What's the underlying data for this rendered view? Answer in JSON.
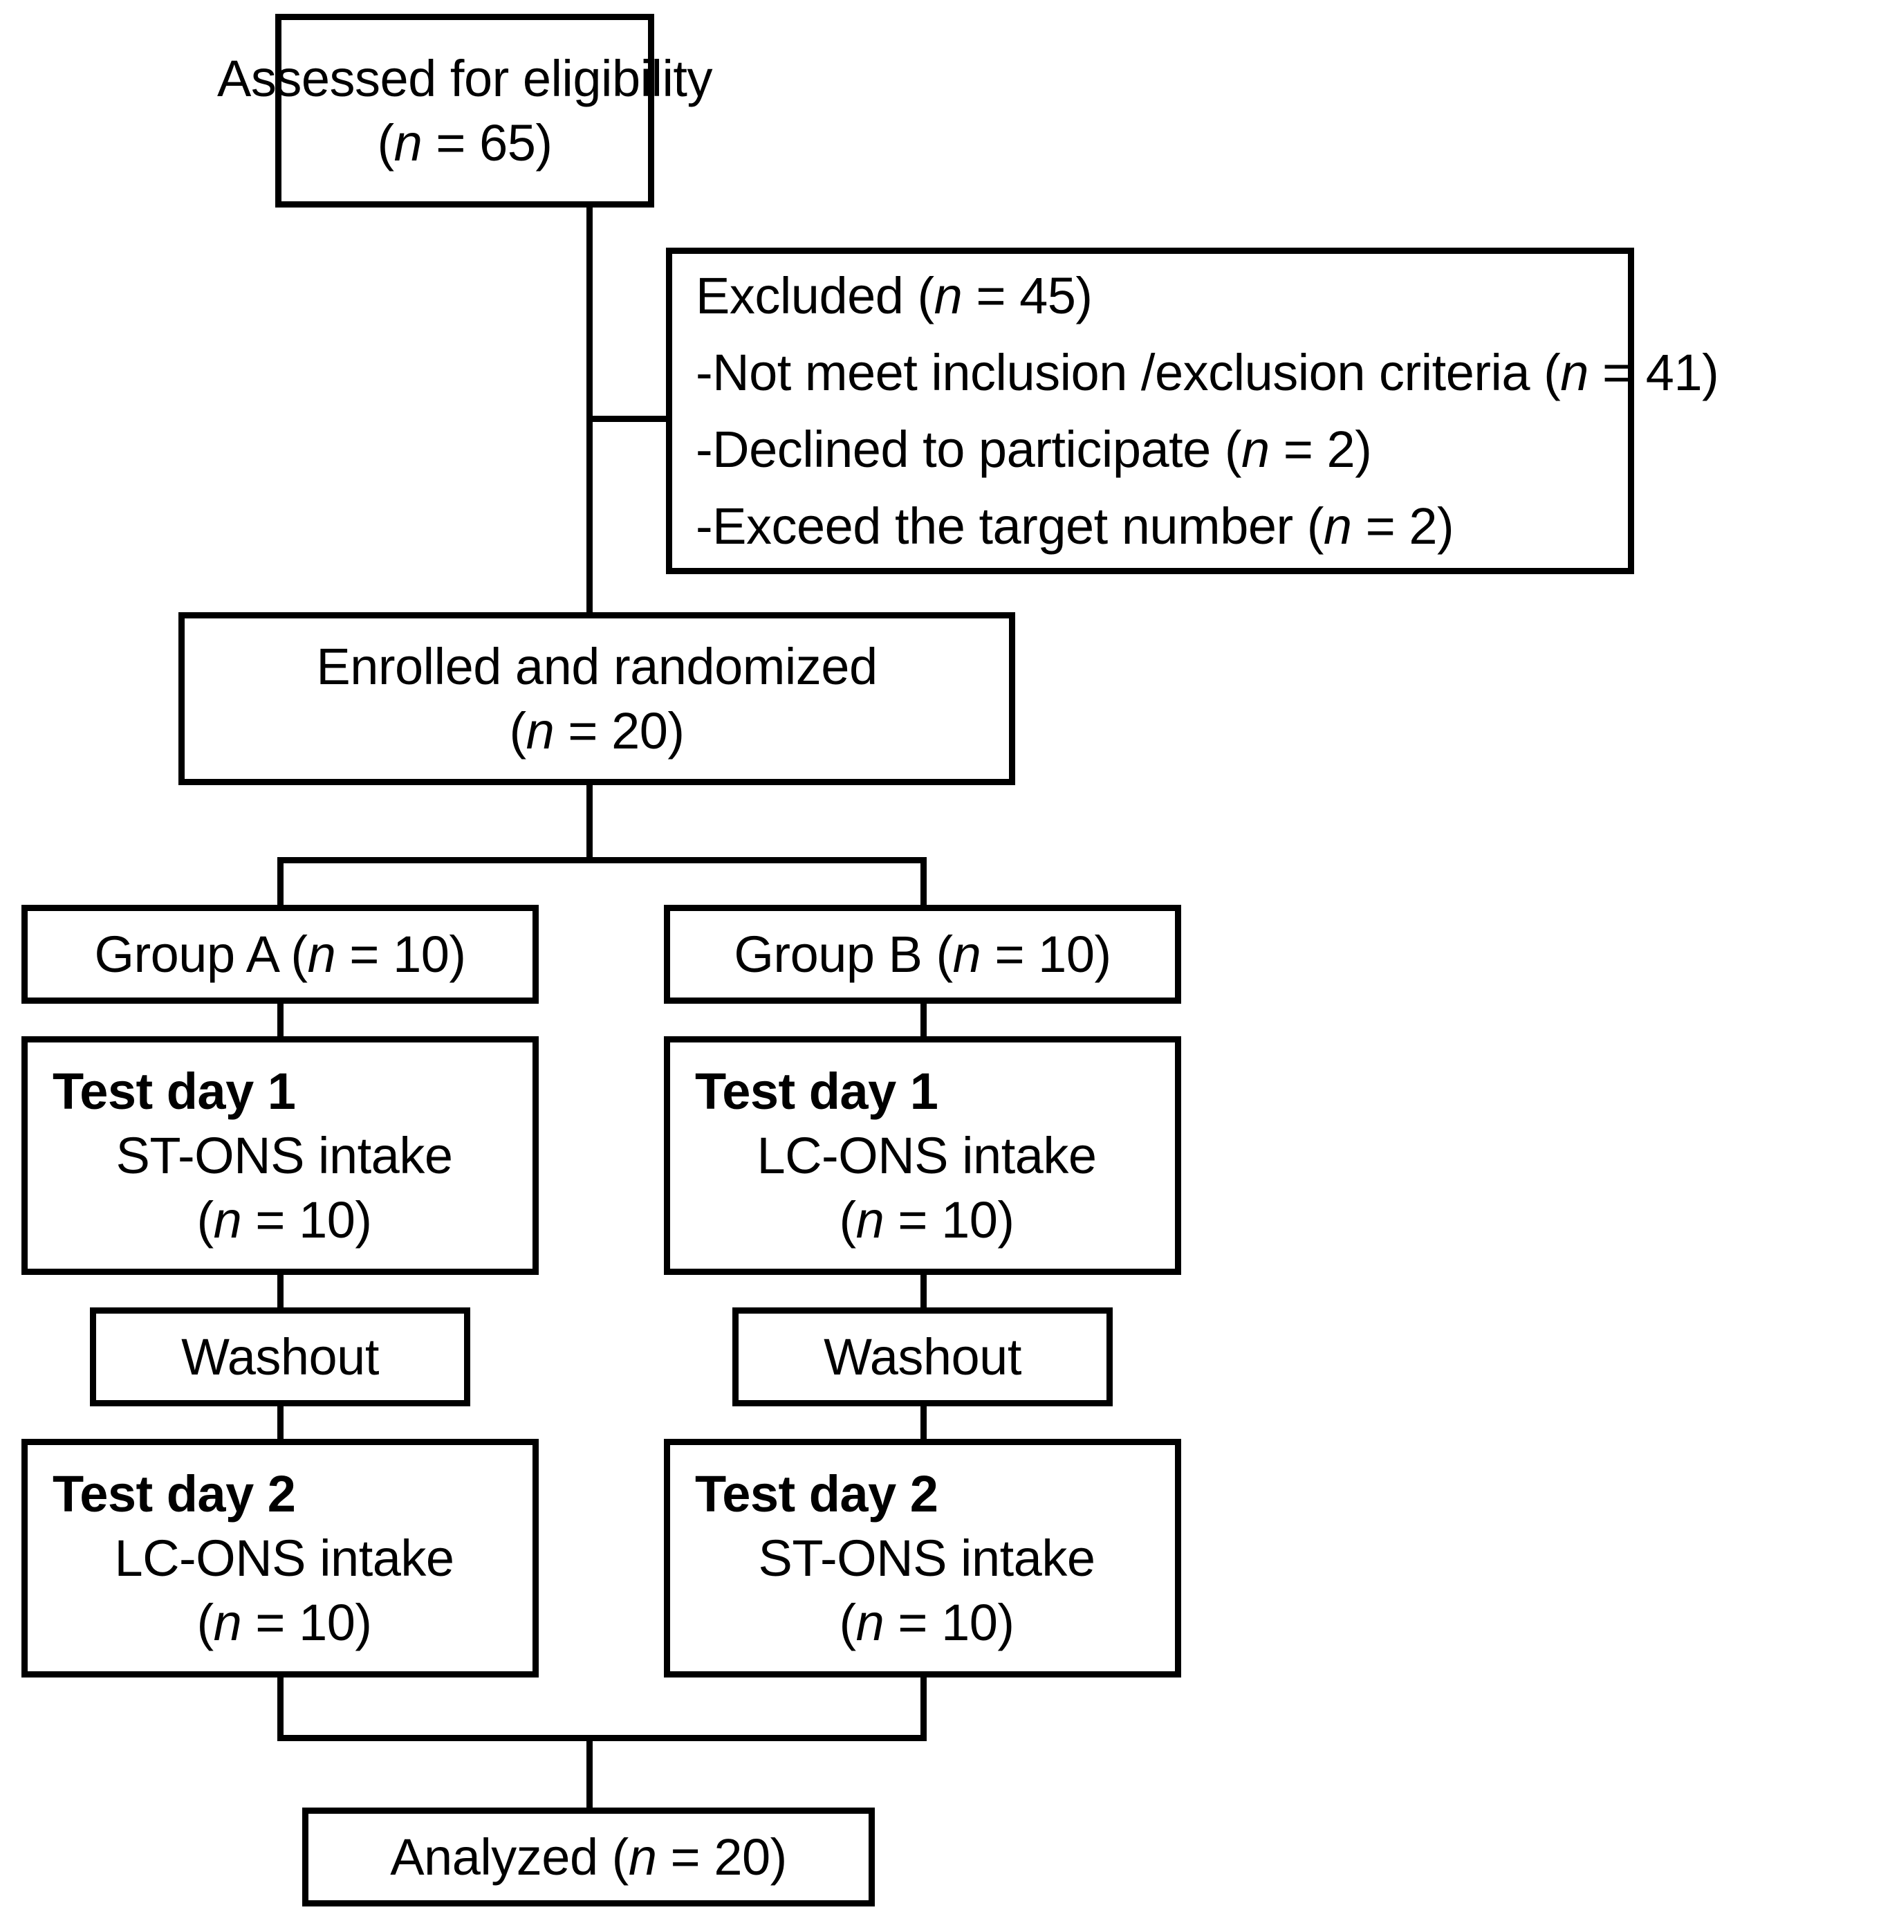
{
  "diagram": {
    "type": "consort-flow-diagram",
    "title": "CONSORT participant flow (crossover trial)",
    "nodes": {
      "assessed": {
        "line1": "Assessed for eligibility",
        "line2_pre": "(",
        "line2_var": "n",
        "line2_post": " = 65)"
      },
      "excluded": {
        "line1_pre": "Excluded (",
        "line1_var": "n",
        "line1_post": " = 45)",
        "line2_pre": "-Not meet inclusion /exclusion criteria (",
        "line2_var": "n",
        "line2_post": " = 41)",
        "line3_pre": "-Declined to participate (",
        "line3_var": "n",
        "line3_post": " = 2)",
        "line4_pre": "-Exceed the target number (",
        "line4_var": "n",
        "line4_post": " = 2)"
      },
      "enrolled": {
        "line1": "Enrolled and randomized",
        "line2_pre": "(",
        "line2_var": "n",
        "line2_post": " = 20)"
      },
      "group_a": {
        "pre": "Group A (",
        "var": "n",
        "post": " = 10)"
      },
      "group_b": {
        "pre": "Group B (",
        "var": "n",
        "post": " = 10)"
      },
      "a_day1": {
        "heading": "Test day 1",
        "intervention": "ST-ONS intake",
        "n_pre": "(",
        "n_var": "n",
        "n_post": " = 10)"
      },
      "b_day1": {
        "heading": "Test day 1",
        "intervention": "LC-ONS intake",
        "n_pre": "(",
        "n_var": "n",
        "n_post": " = 10)"
      },
      "a_washout": {
        "label": "Washout"
      },
      "b_washout": {
        "label": "Washout"
      },
      "a_day2": {
        "heading": "Test day 2",
        "intervention": "LC-ONS intake",
        "n_pre": "(",
        "n_var": "n",
        "n_post": " = 10)"
      },
      "b_day2": {
        "heading": "Test day 2",
        "intervention": "ST-ONS intake",
        "n_pre": "(",
        "n_var": "n",
        "n_post": " = 10)"
      },
      "analyzed": {
        "pre": "Analyzed (",
        "var": "n",
        "post": " = 20)"
      }
    },
    "colors": {
      "line": "#000000",
      "fill": "#ffffff",
      "text": "#000000"
    }
  }
}
